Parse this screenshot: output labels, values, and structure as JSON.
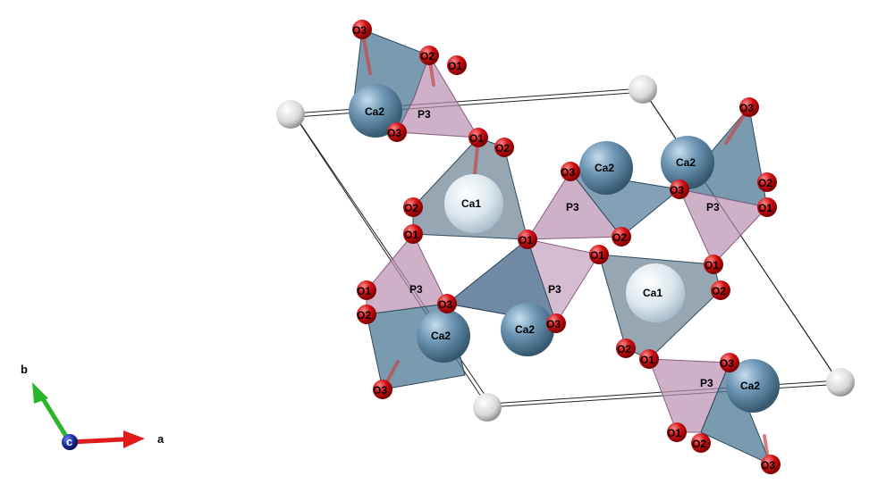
{
  "axes": {
    "a": "a",
    "b": "b",
    "c": "c"
  },
  "labels": {
    "ca1": "Ca1",
    "ca2": "Ca2",
    "p3": "P3",
    "o1": "O1",
    "o2": "O2",
    "o3": "O3"
  },
  "colors": {
    "calcium": "#6e97b6",
    "calcium_light": "#dde7ee",
    "oxygen": "#d10f14",
    "phosphorus_poly": "#b98fb0",
    "calcium_poly": "#4e7896",
    "cell_line": "#222222",
    "axis_a": "#e01b1b",
    "axis_b": "#2bb52b",
    "axis_c": "#1b2a9e"
  }
}
